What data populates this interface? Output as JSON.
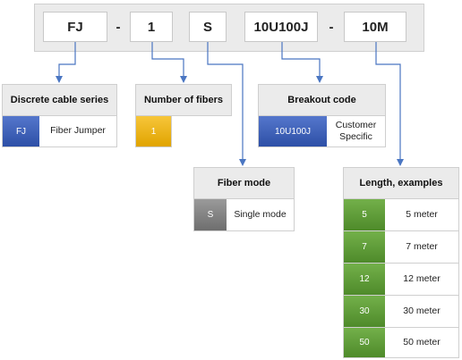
{
  "code": {
    "segments": [
      "FJ",
      "1",
      "S",
      "10U100J",
      "10M"
    ],
    "separator": "-"
  },
  "panels": {
    "series": {
      "title": "Discrete cable series",
      "rows": [
        {
          "code": "FJ",
          "label": "Fiber Jumper"
        }
      ]
    },
    "fibers": {
      "title": "Number of fibers",
      "rows": [
        {
          "code": "1",
          "label": ""
        }
      ]
    },
    "breakout": {
      "title": "Breakout code",
      "rows": [
        {
          "code": "10U100J",
          "label": "Customer Specific"
        }
      ]
    },
    "mode": {
      "title": "Fiber mode",
      "rows": [
        {
          "code": "S",
          "label": "Single mode"
        }
      ]
    },
    "length": {
      "title": "Length, examples",
      "rows": [
        {
          "code": "5",
          "label": "5 meter"
        },
        {
          "code": "7",
          "label": "7 meter"
        },
        {
          "code": "12",
          "label": "12 meter"
        },
        {
          "code": "30",
          "label": "30 meter"
        },
        {
          "code": "50",
          "label": "50 meter"
        }
      ]
    }
  },
  "colors": {
    "connector": "#4a76c2",
    "series_chip": "#3a5db8",
    "fibers_chip": "#f0b400",
    "breakout_chip": "#3a5db8",
    "mode_chip": "#808080",
    "length_chip": "#5a9a35"
  }
}
